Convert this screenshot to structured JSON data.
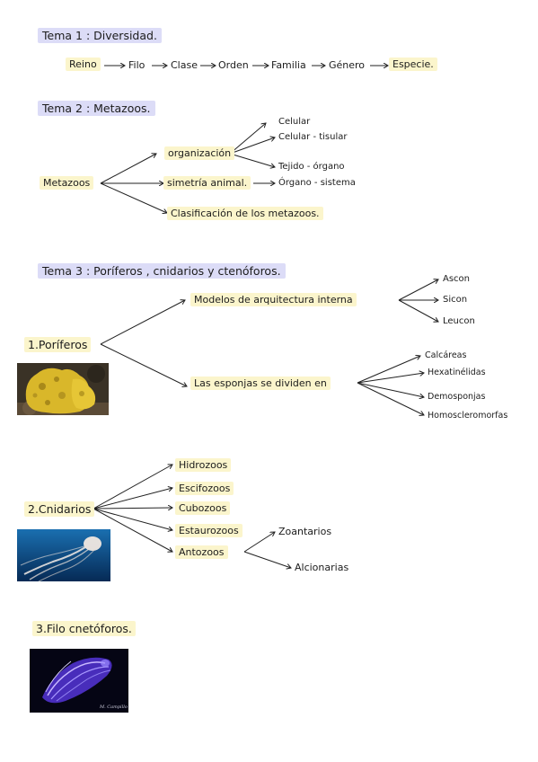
{
  "tema1": {
    "title": "Tema 1 : Diversidad.",
    "chain": [
      "Reino",
      "Filo",
      "Clase",
      "Orden",
      "Familia",
      "Género",
      "Especie."
    ]
  },
  "tema2": {
    "title": "Tema 2 : Metazoos.",
    "root": "Metazoos",
    "branches": [
      "organización",
      "simetría animal.",
      "Clasificación de los metazoos."
    ],
    "organizacion_items": [
      "Celular",
      "Celular - tisular",
      "Tejido - órgano",
      "Órgano - sistema"
    ]
  },
  "tema3": {
    "title": "Tema 3 : Poríferos , cnidarios y ctenóforos.",
    "poriferos": {
      "label": "1.Poríferos",
      "branches": [
        "Modelos de arquitectura interna",
        "Las esponjas se dividen en"
      ],
      "modelos": [
        "Ascon",
        "Sicon",
        "Leucon"
      ],
      "esponjas": [
        "Calcáreas",
        "Hexatinélidas",
        "Demosponjas",
        "Homoscleromorfas"
      ]
    },
    "cnidarios": {
      "label": "2.Cnidarios",
      "classes": [
        "Hidrozoos",
        "Escifozoos",
        "Cubozoos",
        "Estaurozoos",
        "Antozoos"
      ],
      "antozoos": [
        "Zoantarios",
        "Alcionarias"
      ]
    },
    "ctenoforos": {
      "label": "3.Filo cnetóforos.",
      "photo_caption": "M. Campillo"
    }
  }
}
